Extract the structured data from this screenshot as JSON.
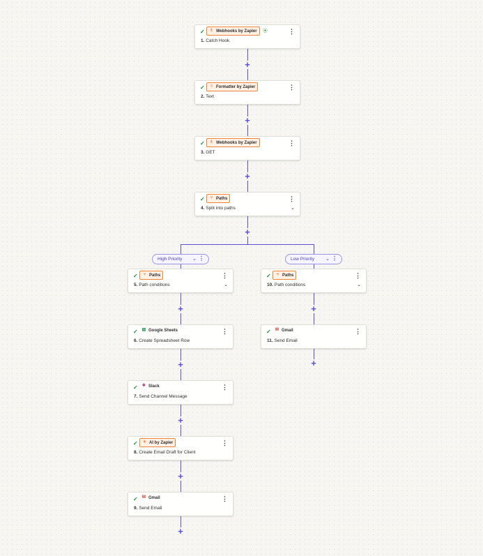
{
  "colors": {
    "connector": "#5b4fd6",
    "badge_border": "#f0833a",
    "check": "#1b8a3a",
    "pill_text": "#4b40c9"
  },
  "connector_icon": "+",
  "steps": [
    {
      "app": "Webhooks by Zapier",
      "app_icon": "webhook-icon",
      "number": "1.",
      "title": "Catch Hook"
    },
    {
      "app": "Formatter by Zapier",
      "app_icon": "formatter-icon",
      "number": "2.",
      "title": "Text"
    },
    {
      "app": "Webhooks by Zapier",
      "app_icon": "webhook-icon",
      "number": "3.",
      "title": "GET"
    },
    {
      "app": "Paths",
      "app_icon": "paths-icon",
      "number": "4.",
      "title": "Split into paths"
    },
    {
      "app": "Paths",
      "app_icon": "paths-icon",
      "number": "5.",
      "title": "Path conditions"
    },
    {
      "app": "Google Sheets",
      "app_icon": "google-sheets-icon",
      "number": "6.",
      "title": "Create Spreadsheet Row"
    },
    {
      "app": "Slack",
      "app_icon": "slack-icon",
      "number": "7.",
      "title": "Send Channel Message"
    },
    {
      "app": "AI by Zapier",
      "app_icon": "ai-icon",
      "number": "8.",
      "title": "Create Email Draft for Client"
    },
    {
      "app": "Gmail",
      "app_icon": "gmail-icon",
      "number": "9.",
      "title": "Send Email"
    },
    {
      "app": "Paths",
      "app_icon": "paths-icon",
      "number": "10.",
      "title": "Path conditions"
    },
    {
      "app": "Gmail",
      "app_icon": "gmail-icon",
      "number": "11.",
      "title": "Send Email"
    }
  ],
  "paths": [
    {
      "label": "High Priority"
    },
    {
      "label": "Low Priority"
    }
  ]
}
